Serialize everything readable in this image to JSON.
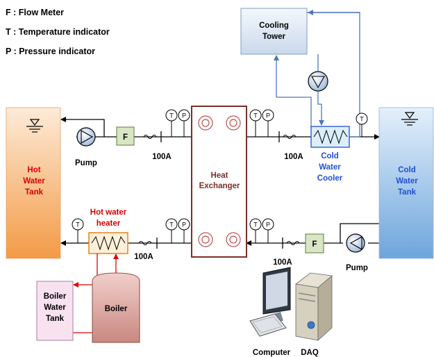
{
  "legend": {
    "f": "F : Flow Meter",
    "t": "T : Temperature indicator",
    "p": "P : Pressure indicator"
  },
  "tanks": {
    "hot": [
      "Hot",
      "Water",
      "Tank"
    ],
    "cold": [
      "Cold",
      "Water",
      "Tank"
    ]
  },
  "equipment": {
    "cooling_tower": [
      "Cooling",
      "Tower"
    ],
    "heat_exchanger": [
      "Heat",
      "Exchanger"
    ],
    "cold_water_cooler": [
      "Cold",
      "Water",
      "Cooler"
    ],
    "hot_water_heater": [
      "Hot water",
      "heater"
    ],
    "boiler": "Boiler",
    "boiler_water_tank": [
      "Boiler",
      "Water",
      "Tank"
    ],
    "computer": "Computer",
    "daq": "DAQ"
  },
  "labels": {
    "pump": "Pump",
    "pipe_size": "100A",
    "flow_symbol": "F",
    "temp_symbol": "T",
    "pressure_symbol": "P"
  },
  "colors": {
    "hot": "#d40000",
    "cold": "#1f4ed8",
    "exchanger": "#7a2f26",
    "line_blue": "#4a78b8"
  }
}
